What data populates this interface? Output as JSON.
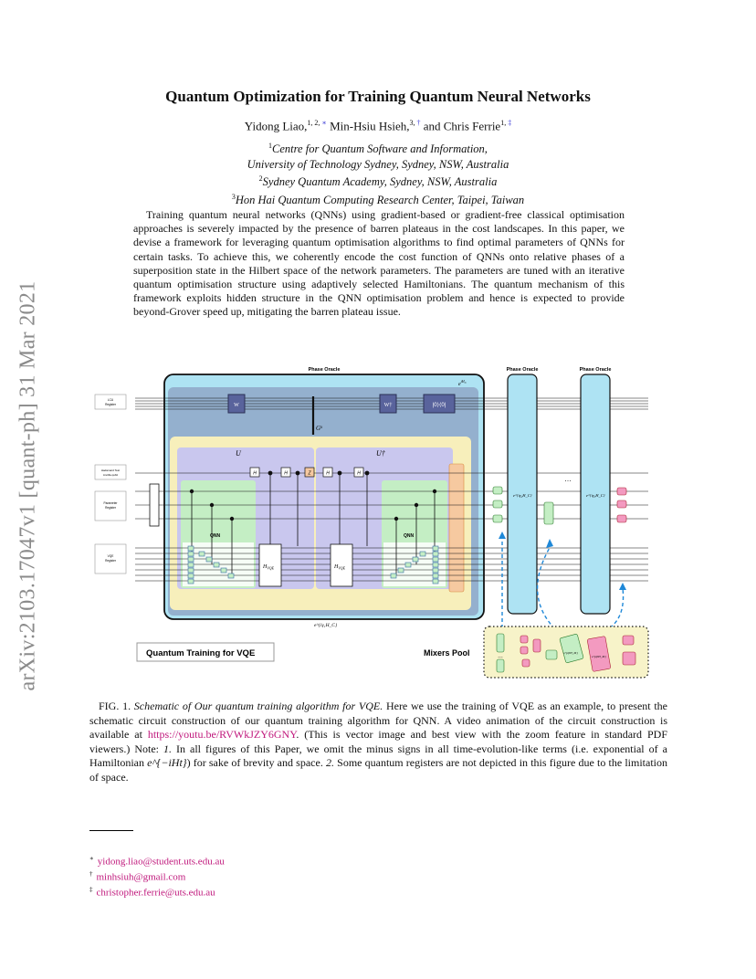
{
  "arxiv_stamp": "arXiv:2103.17047v1  [quant-ph]  31 Mar 2021",
  "title": "Quantum Optimization for Training Quantum Neural Networks",
  "authors": [
    {
      "name": "Yidong Liao,",
      "sup": "1, 2, ",
      "mark": "∗"
    },
    {
      "name": "Min-Hsiu Hsieh,",
      "sup": "3, ",
      "mark": "†"
    },
    {
      "name": "and Chris Ferrie",
      "sup": "1, ",
      "mark": "‡"
    }
  ],
  "affiliations": [
    {
      "sup": "1",
      "lines": [
        "Centre for Quantum Software and Information,",
        "University of Technology Sydney, Sydney, NSW, Australia"
      ]
    },
    {
      "sup": "2",
      "lines": [
        "Sydney Quantum Academy, Sydney, NSW, Australia"
      ]
    },
    {
      "sup": "3",
      "lines": [
        "Hon Hai Quantum Computing Research Center, Taipei, Taiwan"
      ]
    }
  ],
  "abstract": "Training quantum neural networks (QNNs) using gradient-based or gradient-free classical optimisation approaches is severely impacted by the presence of barren plateaus in the cost landscapes. In this paper, we devise a framework for leveraging quantum optimisation algorithms to find optimal parameters of QNNs for certain tasks. To achieve this, we coherently encode the cost function of QNNs onto relative phases of a superposition state in the Hilbert space of the network parameters. The parameters are tuned with an iterative quantum optimisation structure using adaptively selected Hamiltonians. The quantum mechanism of this framework exploits hidden structure in the QNN optimisation problem and hence is expected to provide beyond-Grover speed up, mitigating the barren plateau issue.",
  "figure": {
    "phase_oracle_labels": [
      "Phase Oracle",
      "Phase Oracle",
      "Phase Oracle"
    ],
    "register_labels": [
      [
        "LCU",
        "Register"
      ],
      [
        "Hadamard Test",
        "Ancilla qubit"
      ],
      [
        "Parameter",
        "Register"
      ],
      [
        "VQE",
        "Register"
      ]
    ],
    "gate_w": "W",
    "gate_w_dag": "W†",
    "gate_proj": "|0⟩⟨0|",
    "gate_g": "Gᵏ",
    "label_u": "U",
    "label_u_dag": "U†",
    "gate_h": "H",
    "gate_z": "Z",
    "qnn_label": "QNN",
    "hvqe_label": "H",
    "hvqe_sub": "VQE",
    "exp_hc_top": "e",
    "exp_hc_top_sup": "iH",
    "exp_hc_top_sub": "C",
    "exp_bottom": "e^{iγ₁H_C}",
    "exp_oracle2": "e^{iγ₂H_C}",
    "exp_oracle3": "e^{iγ₃H_C}",
    "ellipsis": "…",
    "quantum_training_label": "Quantum Training for VQE",
    "mixers_pool_label": "Mixers Pool",
    "mixer_label": "e^{iβH_M}",
    "colors": {
      "outer_blue": "#aee3f3",
      "inner_slate": "#8fa7c7",
      "yellow": "#f7efbb",
      "lavender": "#c9c7ee",
      "green": "#c4eec4",
      "pink": "#f39ac0",
      "orange": "#f6c9a0",
      "gate_dark": "#59639c"
    }
  },
  "caption": {
    "lead": "FIG. 1.",
    "italic_title": "Schematic of Our quantum training algorithm for VQE.",
    "body1": " Here we use the training of VQE as an example, to present the schematic circuit construction of our quantum training algorithm for QNN. A video animation of the circuit construction is available at ",
    "link": "https://youtu.be/RVWkJZY6GNY",
    "body2": ". (This is vector image and best view with the zoom feature in standard PDF viewers.) Note: ",
    "note1_num": "1.",
    "note1": " In all figures of this Paper, we omit the minus signs in all time-evolution-like terms (i.e. exponential of a Hamiltonian ",
    "note1_formula": "e^{−iHt}",
    "note1_tail": ") for sake of brevity and space. ",
    "note2_num": "2.",
    "note2": " Some quantum registers are not depicted in this figure due to the limitation of space."
  },
  "footnotes": [
    {
      "mark": "∗",
      "text": "yidong.liao@student.uts.edu.au"
    },
    {
      "mark": "†",
      "text": "minhsiuh@gmail.com"
    },
    {
      "mark": "‡",
      "text": "christopher.ferrie@uts.edu.au"
    }
  ]
}
